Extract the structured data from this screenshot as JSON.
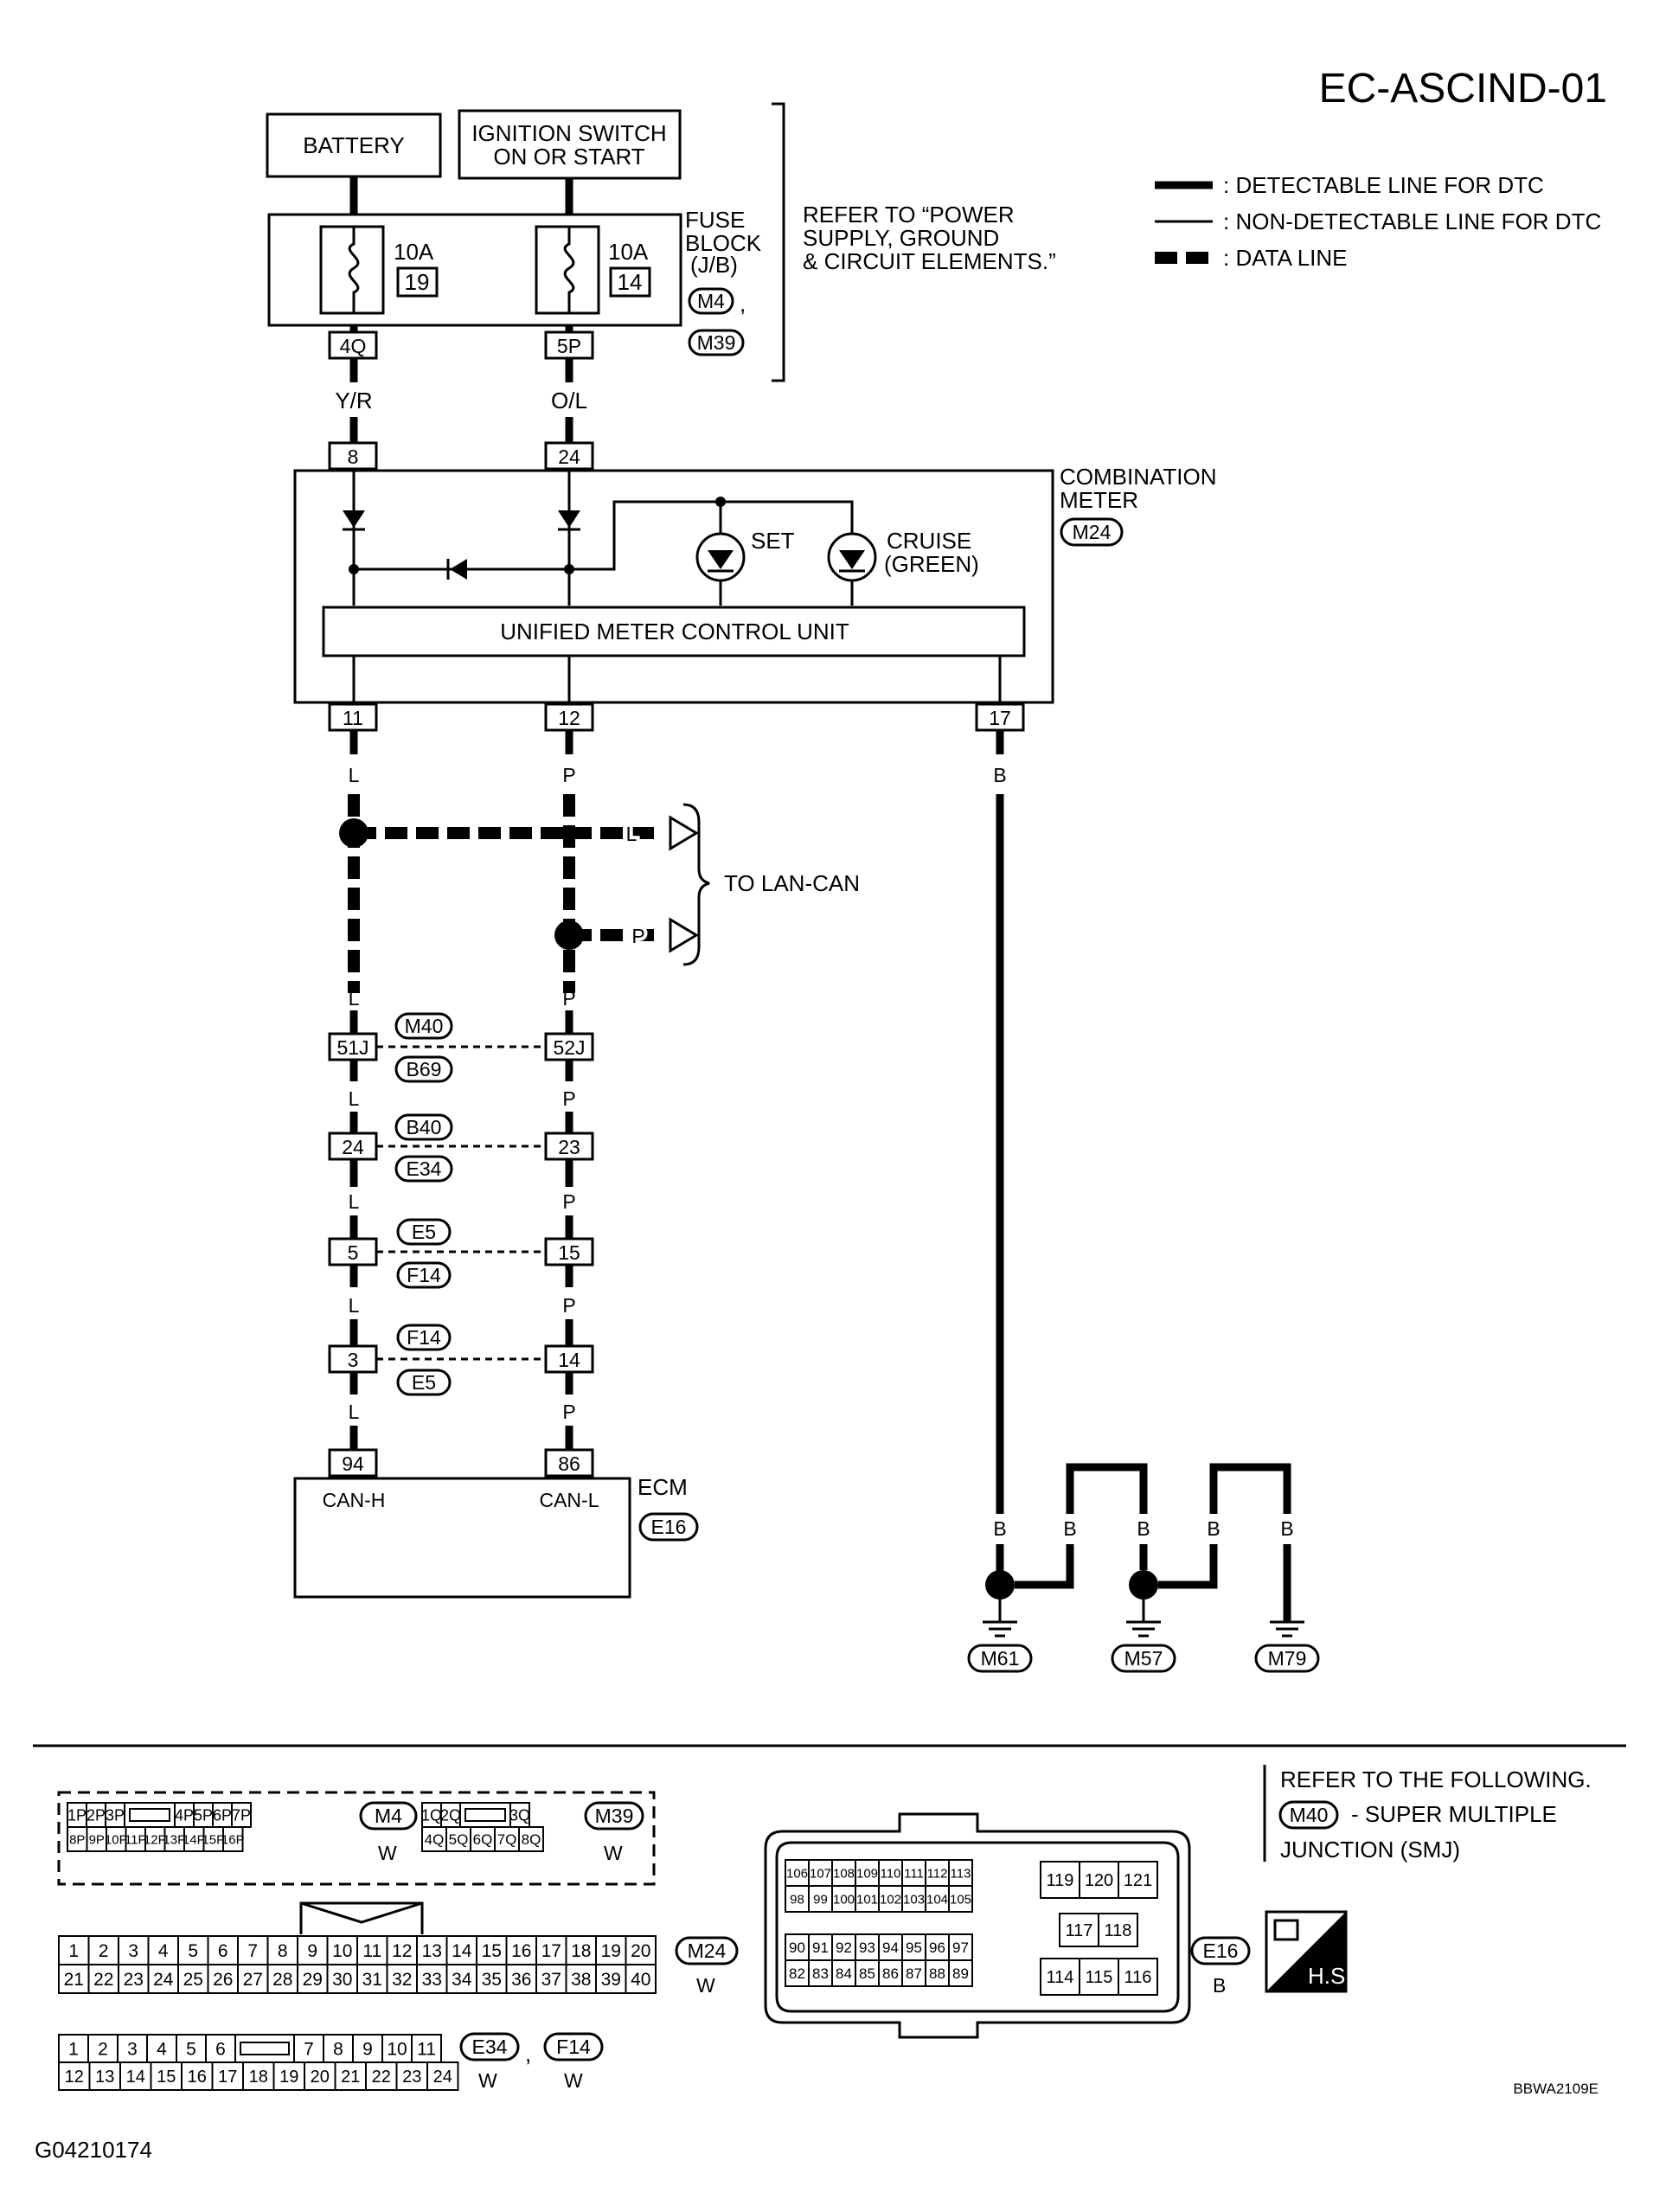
{
  "page_id": "EC-ASCIND-01",
  "legend": {
    "detectable": ": DETECTABLE LINE FOR DTC",
    "non_detectable": ": NON-DETECTABLE LINE FOR DTC",
    "data_line": ": DATA LINE"
  },
  "power": {
    "battery": "BATTERY",
    "ignition_line1": "IGNITION SWITCH",
    "ignition_line2": "ON OR START",
    "fuse1_amp": "10A",
    "fuse1_no": "19",
    "fuse1_term": "4Q",
    "wire1": "Y/R",
    "fuse2_amp": "10A",
    "fuse2_no": "14",
    "fuse2_term": "5P",
    "wire2": "O/L",
    "fuse_block_line1": "FUSE",
    "fuse_block_line2": "BLOCK",
    "fuse_block_line3": "(J/B)",
    "fuse_conn1": "M4",
    "fuse_conn2": "M39",
    "comma": ",",
    "refer_line1": "REFER TO “POWER",
    "refer_line2": "SUPPLY, GROUND",
    "refer_line3": "& CIRCUIT ELEMENTS.”"
  },
  "meter": {
    "title_line1": "COMBINATION",
    "title_line2": "METER",
    "connector": "M24",
    "unit": "UNIFIED METER CONTROL UNIT",
    "set": "SET",
    "cruise_line1": "CRUISE",
    "cruise_line2": "(GREEN)",
    "pin_in1": "8",
    "pin_in2": "24",
    "pin_out1": "11",
    "pin_out2": "12",
    "pin_out3": "17"
  },
  "can": {
    "wire_l": "L",
    "wire_p": "P",
    "wire_b": "B",
    "to_lan_can": "TO LAN-CAN",
    "junctions": [
      {
        "left": "51J",
        "right": "52J",
        "conn_top": "M40",
        "conn_bottom": "B69"
      },
      {
        "left": "24",
        "right": "23",
        "conn_top": "B40",
        "conn_bottom": "E34"
      },
      {
        "left": "5",
        "right": "15",
        "conn_top": "E5",
        "conn_bottom": "F14"
      },
      {
        "left": "3",
        "right": "14",
        "conn_top": "F14",
        "conn_bottom": "E5"
      }
    ]
  },
  "ecm": {
    "title": "ECM",
    "connector": "E16",
    "pin_h": "94",
    "pin_l": "86",
    "label_h": "CAN-H",
    "label_l": "CAN-L"
  },
  "ground": {
    "wire": "B",
    "g1": "M61",
    "g2": "M57",
    "g3": "M79"
  },
  "connectors": {
    "refer_line1": "REFER TO THE FOLLOWING.",
    "refer_conn": "M40",
    "refer_line2": "- SUPER MULTIPLE",
    "refer_line3": "JUNCTION (SMJ)",
    "m4": {
      "name": "M4",
      "color": "W",
      "top": [
        "1P",
        "2P",
        "3P",
        "",
        "4P",
        "5P",
        "6P",
        "7P"
      ],
      "bottom": [
        "8P",
        "9P",
        "10P",
        "11P",
        "12P",
        "13P",
        "14P",
        "15P",
        "16P"
      ]
    },
    "m39": {
      "name": "M39",
      "color": "W",
      "top": [
        "1Q",
        "2Q",
        "",
        "3Q"
      ],
      "bottom": [
        "4Q",
        "5Q",
        "6Q",
        "7Q",
        "8Q"
      ]
    },
    "m24": {
      "name": "M24",
      "color": "W",
      "top": [
        "1",
        "2",
        "3",
        "4",
        "5",
        "6",
        "7",
        "8",
        "9",
        "10",
        "11",
        "12",
        "13",
        "14",
        "15",
        "16",
        "17",
        "18",
        "19",
        "20"
      ],
      "bottom": [
        "21",
        "22",
        "23",
        "24",
        "25",
        "26",
        "27",
        "28",
        "29",
        "30",
        "31",
        "32",
        "33",
        "34",
        "35",
        "36",
        "37",
        "38",
        "39",
        "40"
      ]
    },
    "e34": {
      "name": "E34",
      "color": "W",
      "comma": ","
    },
    "f14": {
      "name": "F14",
      "color": "W"
    },
    "e34_top": [
      "1",
      "2",
      "3",
      "4",
      "5",
      "6",
      "",
      "7",
      "8",
      "9",
      "10",
      "11"
    ],
    "e34_bottom": [
      "12",
      "13",
      "14",
      "15",
      "16",
      "17",
      "18",
      "19",
      "20",
      "21",
      "22",
      "23",
      "24"
    ],
    "e16": {
      "name": "E16",
      "color": "B",
      "row1": [
        "106",
        "107",
        "108",
        "109",
        "110",
        "111",
        "112",
        "113"
      ],
      "row2": [
        "98",
        "99",
        "100",
        "101",
        "102",
        "103",
        "104",
        "105"
      ],
      "row3": [
        "90",
        "91",
        "92",
        "93",
        "94",
        "95",
        "96",
        "97"
      ],
      "row4": [
        "82",
        "83",
        "84",
        "85",
        "86",
        "87",
        "88",
        "89"
      ],
      "right_top": [
        "119",
        "120",
        "121"
      ],
      "right_mid": [
        "117",
        "118"
      ],
      "right_bottom": [
        "114",
        "115",
        "116"
      ]
    },
    "hs_label": "H.S."
  },
  "footer": {
    "code": "BBWA2109E",
    "figure_id": "G04210174"
  }
}
